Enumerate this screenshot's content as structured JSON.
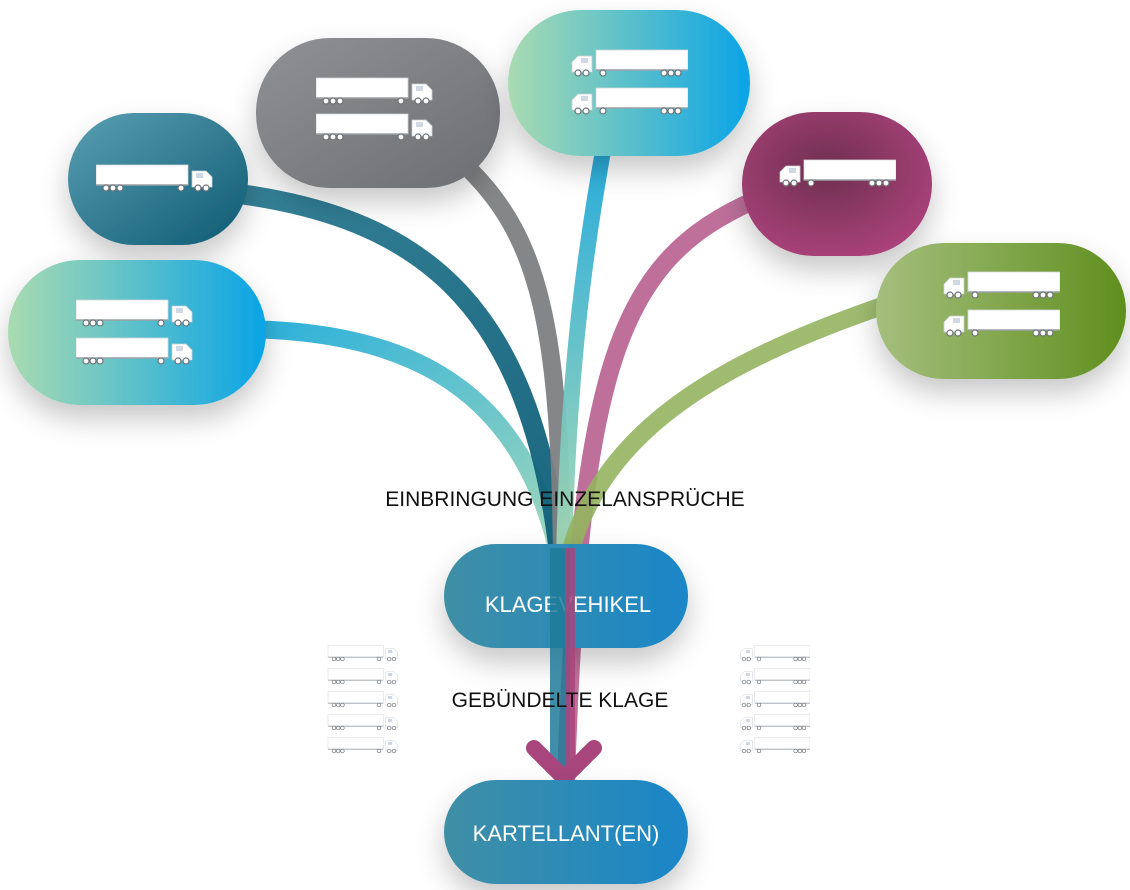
{
  "labels": {
    "einbringung": "EINBRINGUNG EINZELANSPRÜCHE",
    "vehikel": "KLAGEVEHIKEL",
    "gebuendelt": "GEBÜNDELTE KLAGE",
    "kartellant": "KARTELLANT(EN)"
  },
  "colors": {
    "teal_dark": "#1f6f86",
    "teal_light": "#7fc3d6",
    "cyan": "#11a9e2",
    "mint": "#a8d8b0",
    "gray": "#808285",
    "magenta": "#a5457a",
    "green": "#6e9a2e",
    "green_light": "#a8c27a",
    "node_blue": "#1f8bc4",
    "node_teal": "#3c8ea3"
  },
  "icons": {
    "truck": "truck-icon",
    "arrow": "arrow-down-icon"
  }
}
